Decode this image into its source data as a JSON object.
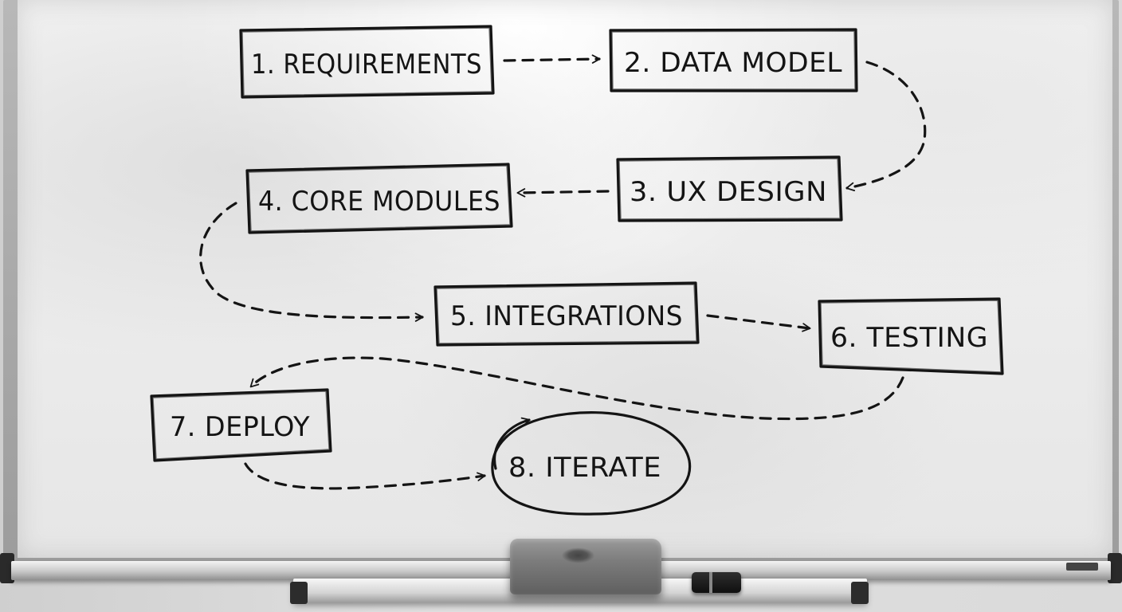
{
  "steps": [
    {
      "id": "requirements",
      "label": "1. REQUIREMENTS"
    },
    {
      "id": "data-model",
      "label": "2. DATA MODEL"
    },
    {
      "id": "ux-design",
      "label": "3. UX DESIGN"
    },
    {
      "id": "core-modules",
      "label": "4. CORE MODULES"
    },
    {
      "id": "integrations",
      "label": "5. INTEGRATIONS"
    },
    {
      "id": "testing",
      "label": "6. TESTING"
    },
    {
      "id": "deploy",
      "label": "7. DEPLOY"
    },
    {
      "id": "iterate",
      "label": "8. ITERATE"
    }
  ],
  "flow": [
    {
      "from": "requirements",
      "to": "data-model"
    },
    {
      "from": "data-model",
      "to": "ux-design"
    },
    {
      "from": "ux-design",
      "to": "core-modules"
    },
    {
      "from": "core-modules",
      "to": "integrations"
    },
    {
      "from": "integrations",
      "to": "testing"
    },
    {
      "from": "testing",
      "to": "deploy"
    },
    {
      "from": "deploy",
      "to": "iterate"
    },
    {
      "from": "iterate",
      "to": "iterate"
    }
  ],
  "colors": {
    "ink": "#141414",
    "board": "#eeeeee"
  }
}
